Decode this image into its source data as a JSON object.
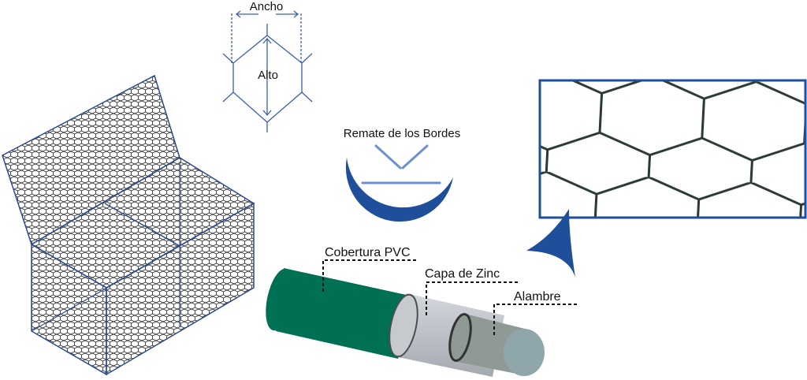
{
  "labels": {
    "width": "Ancho",
    "height": "Alto",
    "edge_finish": "Remate de los Bordes",
    "pvc_coating": "Cobertura PVC",
    "zinc_layer": "Capa de Zinc",
    "wire": "Alambre"
  },
  "colors": {
    "accent_blue": "#1f4e9a",
    "pvc_green": "#007055",
    "zinc_gray": "#b8bcc4",
    "wire_core": "#8f9a95",
    "wire_end": "#8fa6ab"
  }
}
